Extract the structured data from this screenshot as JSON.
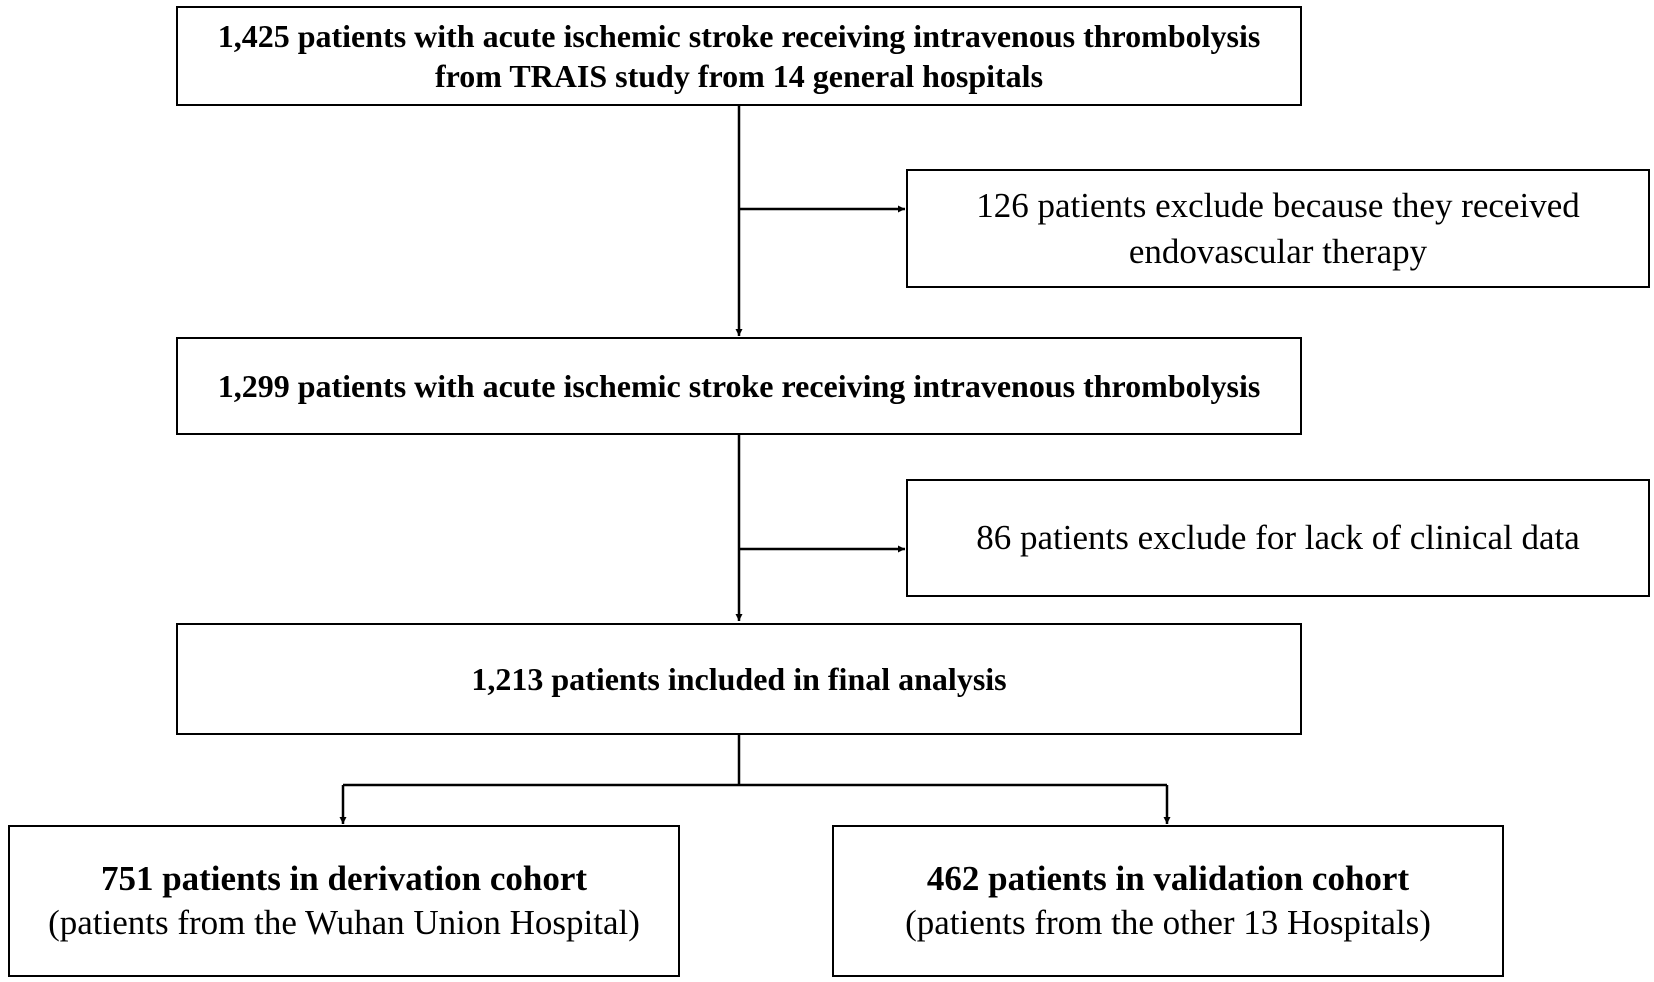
{
  "flowchart": {
    "initial_box": {
      "lines": [
        "1,425 patients with acute ischemic stroke receiving intravenous thrombolysis",
        "from TRAIS study from 14 general hospitals"
      ]
    },
    "exclusion_1": {
      "lines": [
        "126 patients exclude because they received",
        "endovascular therapy"
      ]
    },
    "second_box": {
      "lines": [
        "1,299 patients with acute ischemic stroke receiving intravenous thrombolysis"
      ]
    },
    "exclusion_2": {
      "lines": [
        "86 patients exclude for lack of clinical data"
      ]
    },
    "final_box": {
      "lines": [
        "1,213 patients included in final analysis"
      ]
    },
    "derivation_box": {
      "lines": [
        "751 patients in derivation cohort",
        "(patients from the Wuhan Union Hospital)"
      ]
    },
    "validation_box": {
      "lines": [
        "462 patients in validation cohort",
        "(patients from the other 13 Hospitals)"
      ]
    },
    "colors": {
      "stroke": "#000000",
      "background": "#ffffff"
    }
  }
}
